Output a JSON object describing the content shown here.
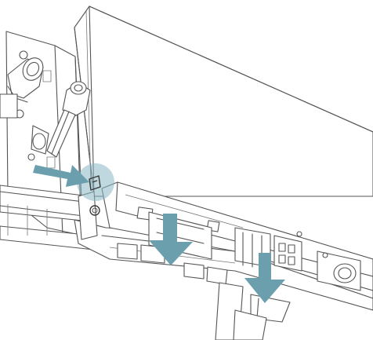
{
  "diagram": {
    "accent_color": "#6b9fae",
    "highlight_color": "#8ab7c4",
    "line_color": "#555555",
    "arrows": [
      {
        "name": "arrow-right",
        "direction": "right"
      },
      {
        "name": "arrow-down-center",
        "direction": "down"
      },
      {
        "name": "arrow-down-right",
        "direction": "down"
      }
    ],
    "highlight": {
      "name": "highlight-circle",
      "shape": "circle"
    }
  }
}
